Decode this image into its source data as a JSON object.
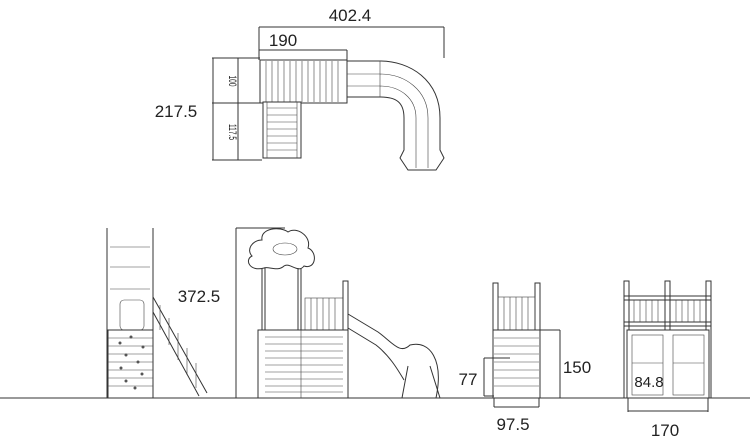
{
  "drawing": {
    "top_view": {
      "overall_length": "402.4",
      "deck_length": "190",
      "overall_depth": "217.5",
      "deck_depth": "100",
      "stair_depth": "117.5"
    },
    "side_view": {
      "total_height": "372.5"
    },
    "end_view": {
      "deck_height": "150",
      "step_height": "77",
      "width": "97.5"
    },
    "rear_view": {
      "inner_width": "84.8",
      "width": "170"
    }
  }
}
